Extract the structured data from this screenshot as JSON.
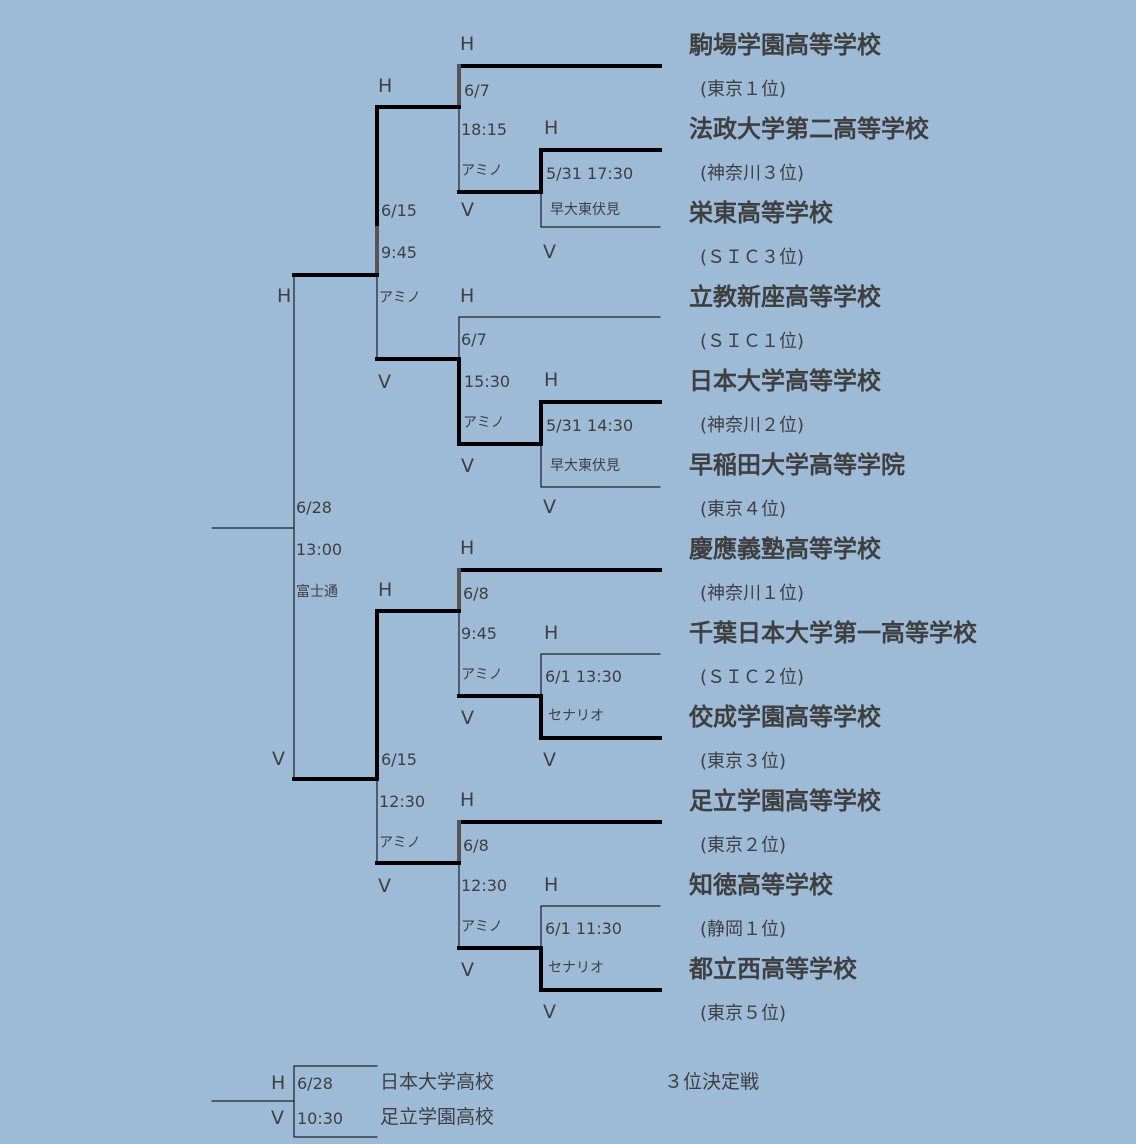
{
  "schools": [
    {
      "name": "駒場学園高等学校",
      "seed": "(東京１位)"
    },
    {
      "name": "法政大学第二高等学校",
      "seed": "(神奈川３位)"
    },
    {
      "name": "栄東高等学校",
      "seed": "(ＳＩＣ３位)"
    },
    {
      "name": "立教新座高等学校",
      "seed": "(ＳＩＣ１位)"
    },
    {
      "name": "日本大学高等学校",
      "seed": "(神奈川２位)"
    },
    {
      "name": "早稲田大学高等学院",
      "seed": "(東京４位)"
    },
    {
      "name": "慶應義塾高等学校",
      "seed": "(神奈川１位)"
    },
    {
      "name": "千葉日本大学第一高等学校",
      "seed": "(ＳＩＣ２位)"
    },
    {
      "name": "佼成学園高等学校",
      "seed": "(東京３位)"
    },
    {
      "name": "足立学園高等学校",
      "seed": "(東京２位)"
    },
    {
      "name": "知徳高等学校",
      "seed": "(静岡１位)"
    },
    {
      "name": "都立西高等学校",
      "seed": "(東京５位)"
    }
  ],
  "matches": {
    "r1_a": {
      "date_time": "5/31 17:30",
      "venue": "早大東伏見"
    },
    "r1_b": {
      "date_time": "5/31 14:30",
      "venue": "早大東伏見"
    },
    "r1_c": {
      "date_time": "6/1 13:30",
      "venue": "セナリオ"
    },
    "r1_d": {
      "date_time": "6/1 11:30",
      "venue": "セナリオ"
    },
    "qf_a": {
      "date": "6/7",
      "time": "18:15",
      "venue": "アミノ"
    },
    "qf_b": {
      "date": "6/7",
      "time": "15:30",
      "venue": "アミノ"
    },
    "qf_c": {
      "date": "6/8",
      "time": "9:45",
      "venue": "アミノ"
    },
    "qf_d": {
      "date": "6/8",
      "time": "12:30",
      "venue": "アミノ"
    },
    "sf_a": {
      "date": "6/15",
      "time": "9:45",
      "venue": "アミノ"
    },
    "sf_b": {
      "date": "6/15",
      "time": "12:30",
      "venue": "アミノ"
    },
    "final": {
      "date": "6/28",
      "time": "13:00",
      "venue": "富士通"
    }
  },
  "home_label": "H",
  "visitor_label": "V",
  "third_place": {
    "title": "３位決定戦",
    "date": "6/28",
    "time": "10:30",
    "team_home": "日本大学高校",
    "team_visitor": "足立学園高校"
  },
  "colors": {
    "background": "#9dbad7",
    "line": "#000000",
    "highlight": "#555555"
  }
}
